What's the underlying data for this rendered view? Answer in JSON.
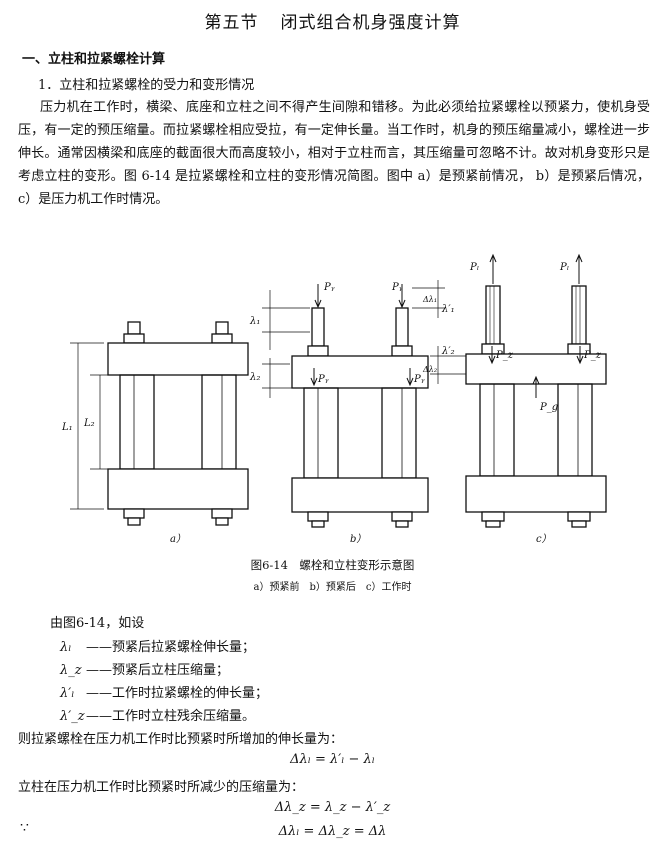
{
  "section_title": "第五节　闭式组合机身强度计算",
  "section_title_num": "第五节",
  "section_title_text": "闭式组合机身强度计算",
  "heading1": "一、立柱和拉紧螺栓计算",
  "heading2": "1．立柱和拉紧螺栓的受力和变形情况",
  "paragraph": "压力机在工作时，横梁、底座和立柱之间不得产生间隙和错移。为此必须给拉紧螺栓以预紧力，使机身受压，有一定的预压缩量。而拉紧螺栓相应受拉，有一定伸长量。当工作时，机身的预压缩量减小，螺栓进一步伸长。通常因横梁和底座的截面很大而高度较小，相对于立柱而言，其压缩量可忽略不计。故对机身变形只是考虑立柱的变形。图 6-14 是拉紧螺栓和立柱的变形情况简图。图中 a）是预紧前情况，  b）是预紧后情况，  c）是压力机工作时情况。",
  "figure": {
    "caption": "图6-14　螺栓和立柱变形示意图",
    "subcaption": "a）预紧前　b）预紧后　c）工作时",
    "panel_labels": [
      "a）",
      "b）",
      "c）"
    ],
    "labels": {
      "L1": "L₁",
      "L2": "L₂",
      "lambda1": "λ₁",
      "lambda2": "λ₂",
      "lambda1p": "λ′₁",
      "lambda2p": "λ′₂",
      "dlambda1": "Δλ₁",
      "dlambda2": "Δλ₂",
      "Py": "Pᵧ",
      "Pl": "Pₗ",
      "Pz": "P_z",
      "Pg": "P_g"
    }
  },
  "intro": "由图6-14，如设",
  "definitions": [
    {
      "symbol": "λₗ",
      "text": "——预紧后拉紧螺栓伸长量；"
    },
    {
      "symbol": "λ_z",
      "text": "——预紧后立柱压缩量；"
    },
    {
      "symbol": "λ′ₗ",
      "text": "——工作时拉紧螺栓的伸长量；"
    },
    {
      "symbol": "λ′_z",
      "text": "——工作时立柱残余压缩量。"
    }
  ],
  "line1": "则拉紧螺栓在压力机工作时比预紧时所增加的伸长量为：",
  "eq1": "Δλₗ = λ′ₗ − λₗ",
  "line2": "立柱在压力机工作时比预紧时所减少的压缩量为：",
  "eq2": "Δλ_z = λ_z − λ′_z",
  "therefore": "∵",
  "eq3": "Δλₗ = Δλ_z = Δλ"
}
